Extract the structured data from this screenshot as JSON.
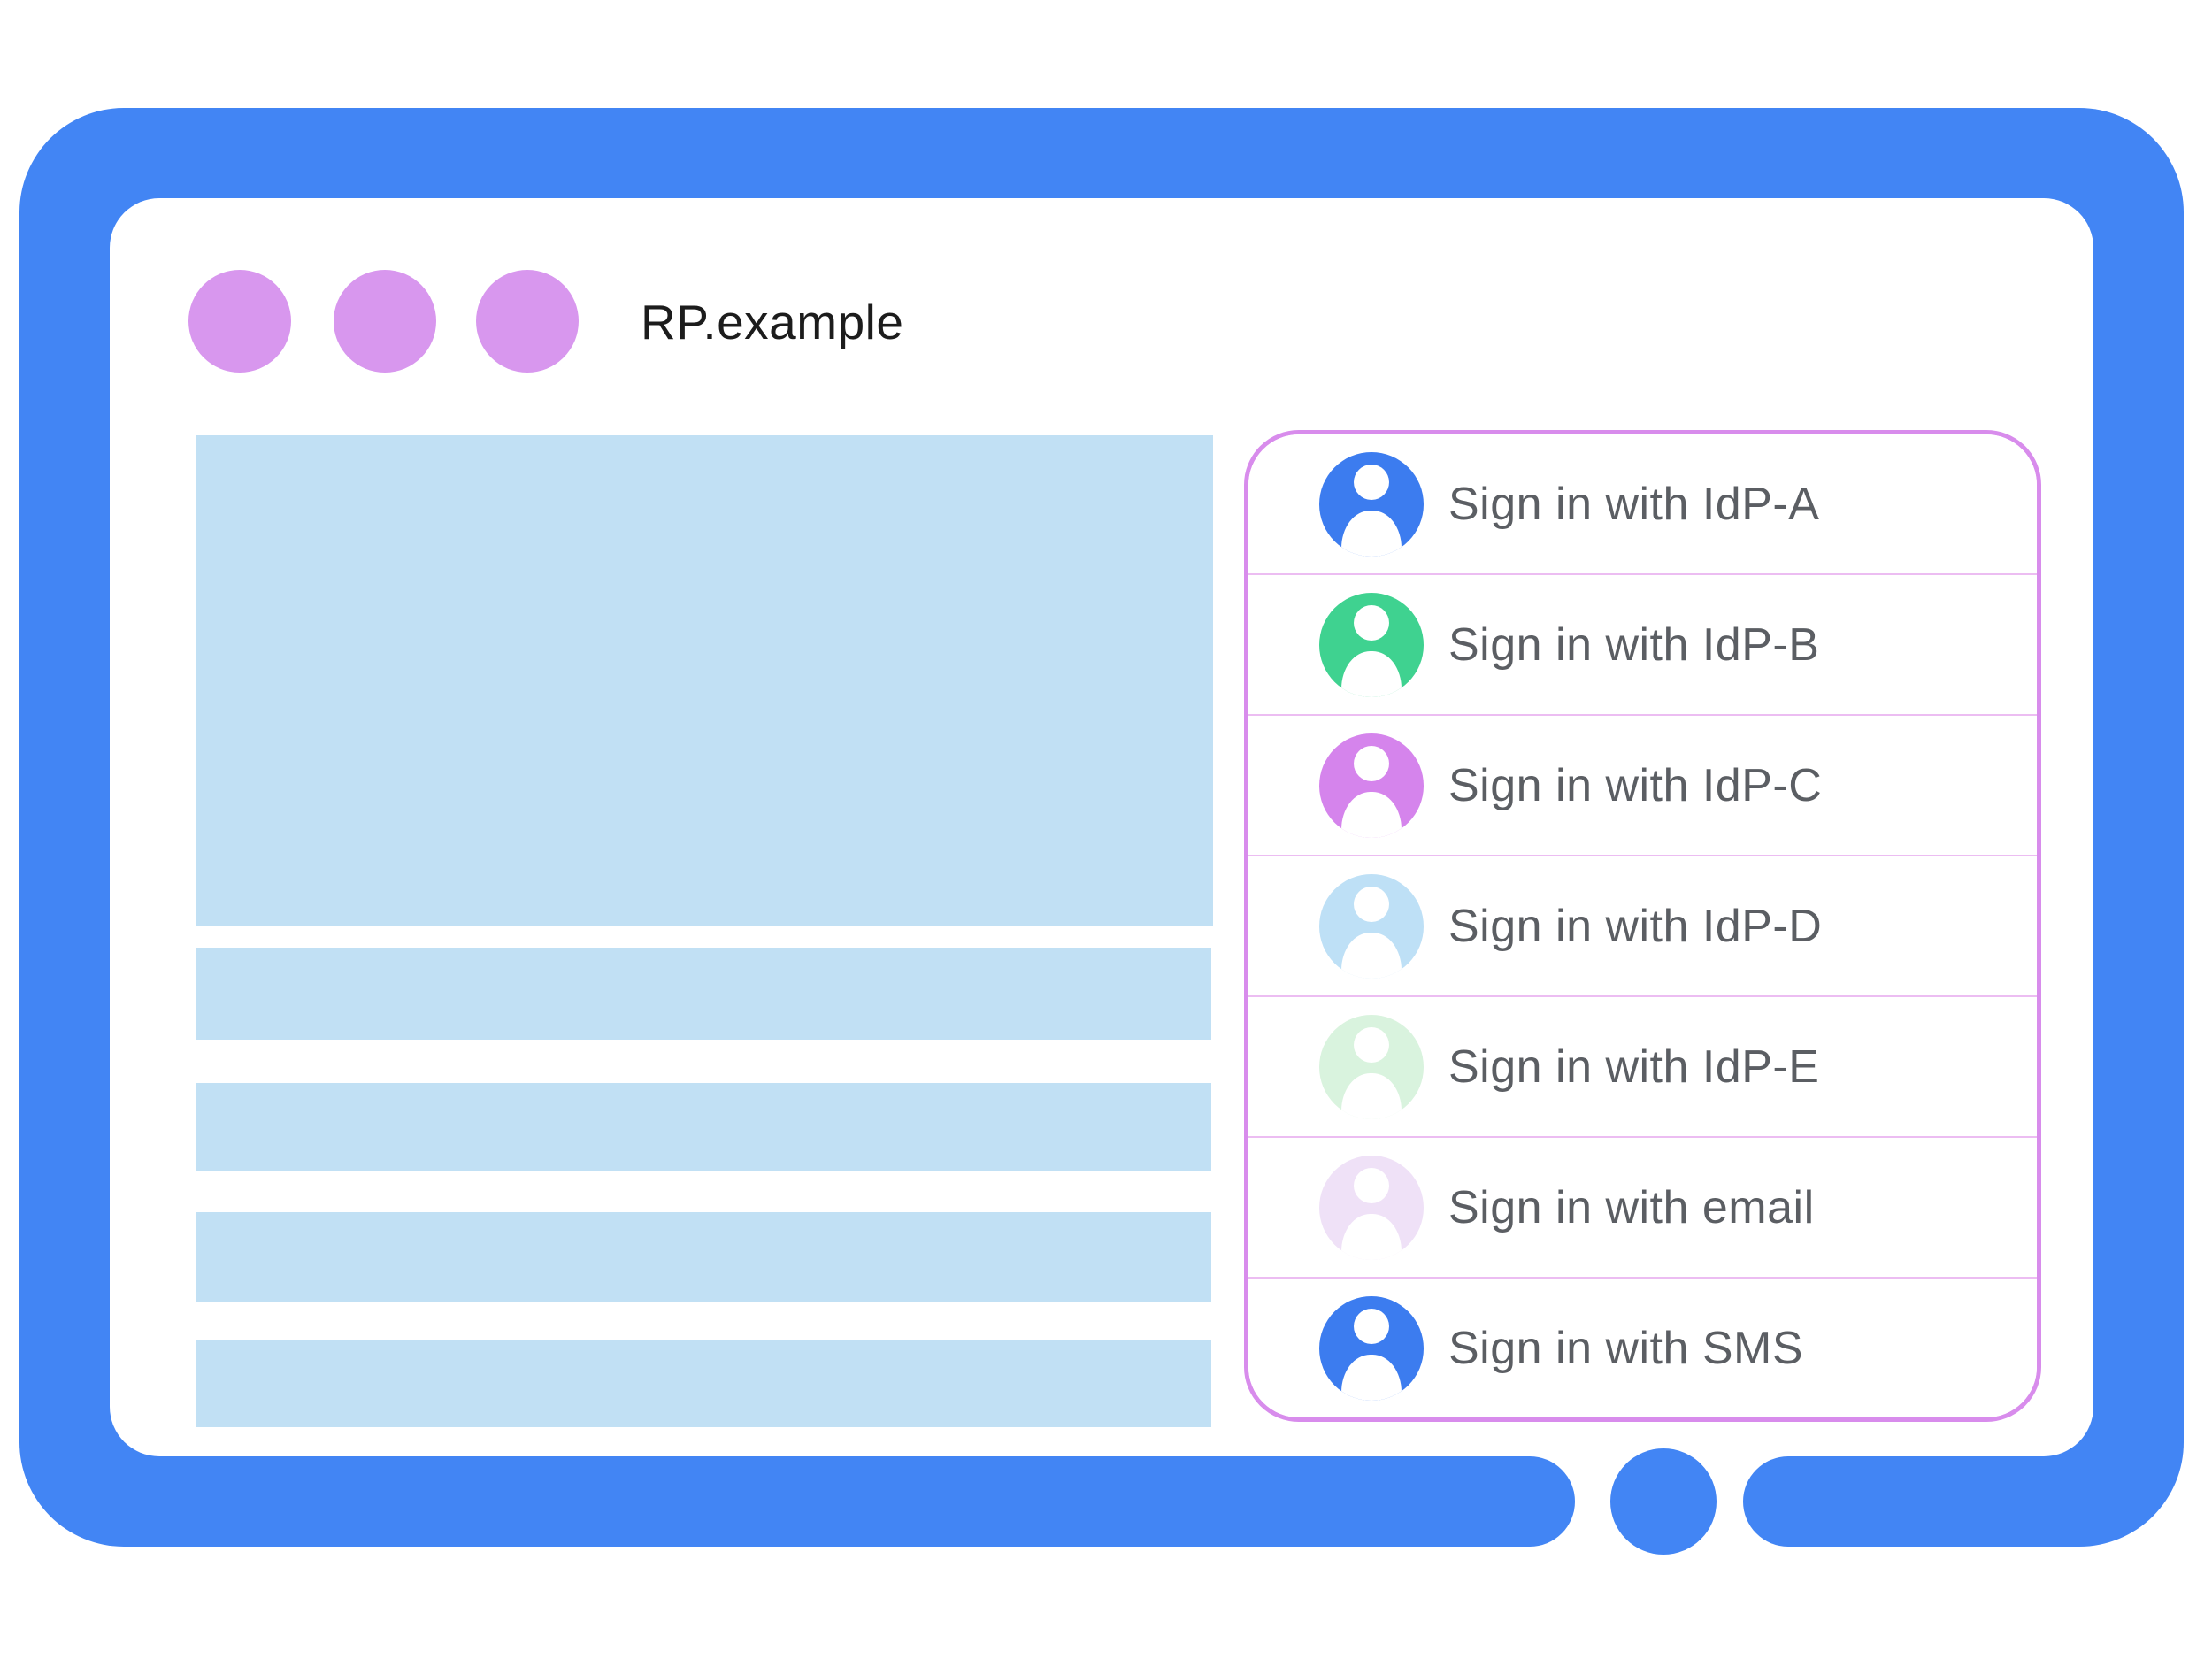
{
  "browser": {
    "title": "RP.example"
  },
  "window_controls": {
    "dot_count": 3,
    "dot_icon": "window-control-dot"
  },
  "signin_panel": {
    "items": [
      {
        "id": "idp-a",
        "label": "Sign in with IdP-A",
        "avatar_color": "#3C7CEF",
        "avatar_icon": "person-icon"
      },
      {
        "id": "idp-b",
        "label": "Sign in with IdP-B",
        "avatar_color": "#3FD290",
        "avatar_icon": "person-icon"
      },
      {
        "id": "idp-c",
        "label": "Sign in with IdP-C",
        "avatar_color": "#D584EC",
        "avatar_icon": "person-icon"
      },
      {
        "id": "idp-d",
        "label": "Sign in with IdP-D",
        "avatar_color": "#BEE0F6",
        "avatar_icon": "person-icon"
      },
      {
        "id": "idp-e",
        "label": "Sign in with IdP-E",
        "avatar_color": "#D9F3DE",
        "avatar_icon": "person-icon"
      },
      {
        "id": "email",
        "label": "Sign in with email",
        "avatar_color": "#EFE1F7",
        "avatar_icon": "person-icon"
      },
      {
        "id": "sms",
        "label": "Sign in with SMS",
        "avatar_color": "#3C7CEF",
        "avatar_icon": "person-icon"
      }
    ]
  },
  "icons": {
    "window_dot": "filled circle",
    "person": "white head-and-shoulders silhouette in colored circle",
    "home_button": "filled circle in bottom bezel"
  },
  "colors": {
    "frame_blue": "#4285F4",
    "dot_purple": "#D897EE",
    "content_blue": "#C1E0F4",
    "panel_border": "#D88CEC",
    "panel_divider": "#ECBDF2",
    "title_text": "#1C1C1C",
    "label_text": "#5B5E63",
    "home_button": "#4285F4"
  }
}
